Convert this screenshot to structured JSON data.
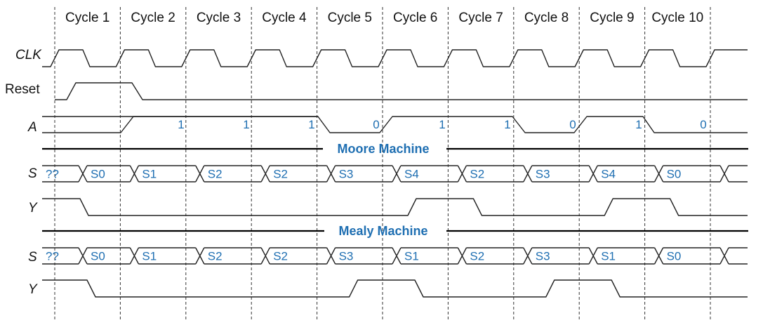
{
  "cycles": [
    "Cycle 1",
    "Cycle 2",
    "Cycle 3",
    "Cycle 4",
    "Cycle 5",
    "Cycle 6",
    "Cycle 7",
    "Cycle 8",
    "Cycle 9",
    "Cycle 10"
  ],
  "signals": {
    "clk": "CLK",
    "reset": "Reset",
    "a": "A",
    "s": "S",
    "y": "Y"
  },
  "a_values": [
    "1",
    "1",
    "1",
    "0",
    "1",
    "1",
    "0",
    "1",
    "0"
  ],
  "moore": {
    "title": "Moore Machine",
    "states": [
      "??",
      "S0",
      "S1",
      "S2",
      "S2",
      "S3",
      "S4",
      "S2",
      "S3",
      "S4",
      "S0"
    ],
    "y_levels": [
      1,
      0,
      0,
      0,
      0,
      0,
      1,
      0,
      0,
      1,
      0
    ]
  },
  "mealy": {
    "title": "Mealy Machine",
    "states": [
      "??",
      "S0",
      "S1",
      "S2",
      "S2",
      "S3",
      "S1",
      "S2",
      "S3",
      "S1",
      "S0"
    ],
    "y_levels": [
      1,
      0,
      0,
      0,
      0,
      1,
      0,
      0,
      1,
      0
    ]
  },
  "colors": {
    "accent": "#1f6fb2",
    "wave": "#222222",
    "separator": "#000000"
  }
}
